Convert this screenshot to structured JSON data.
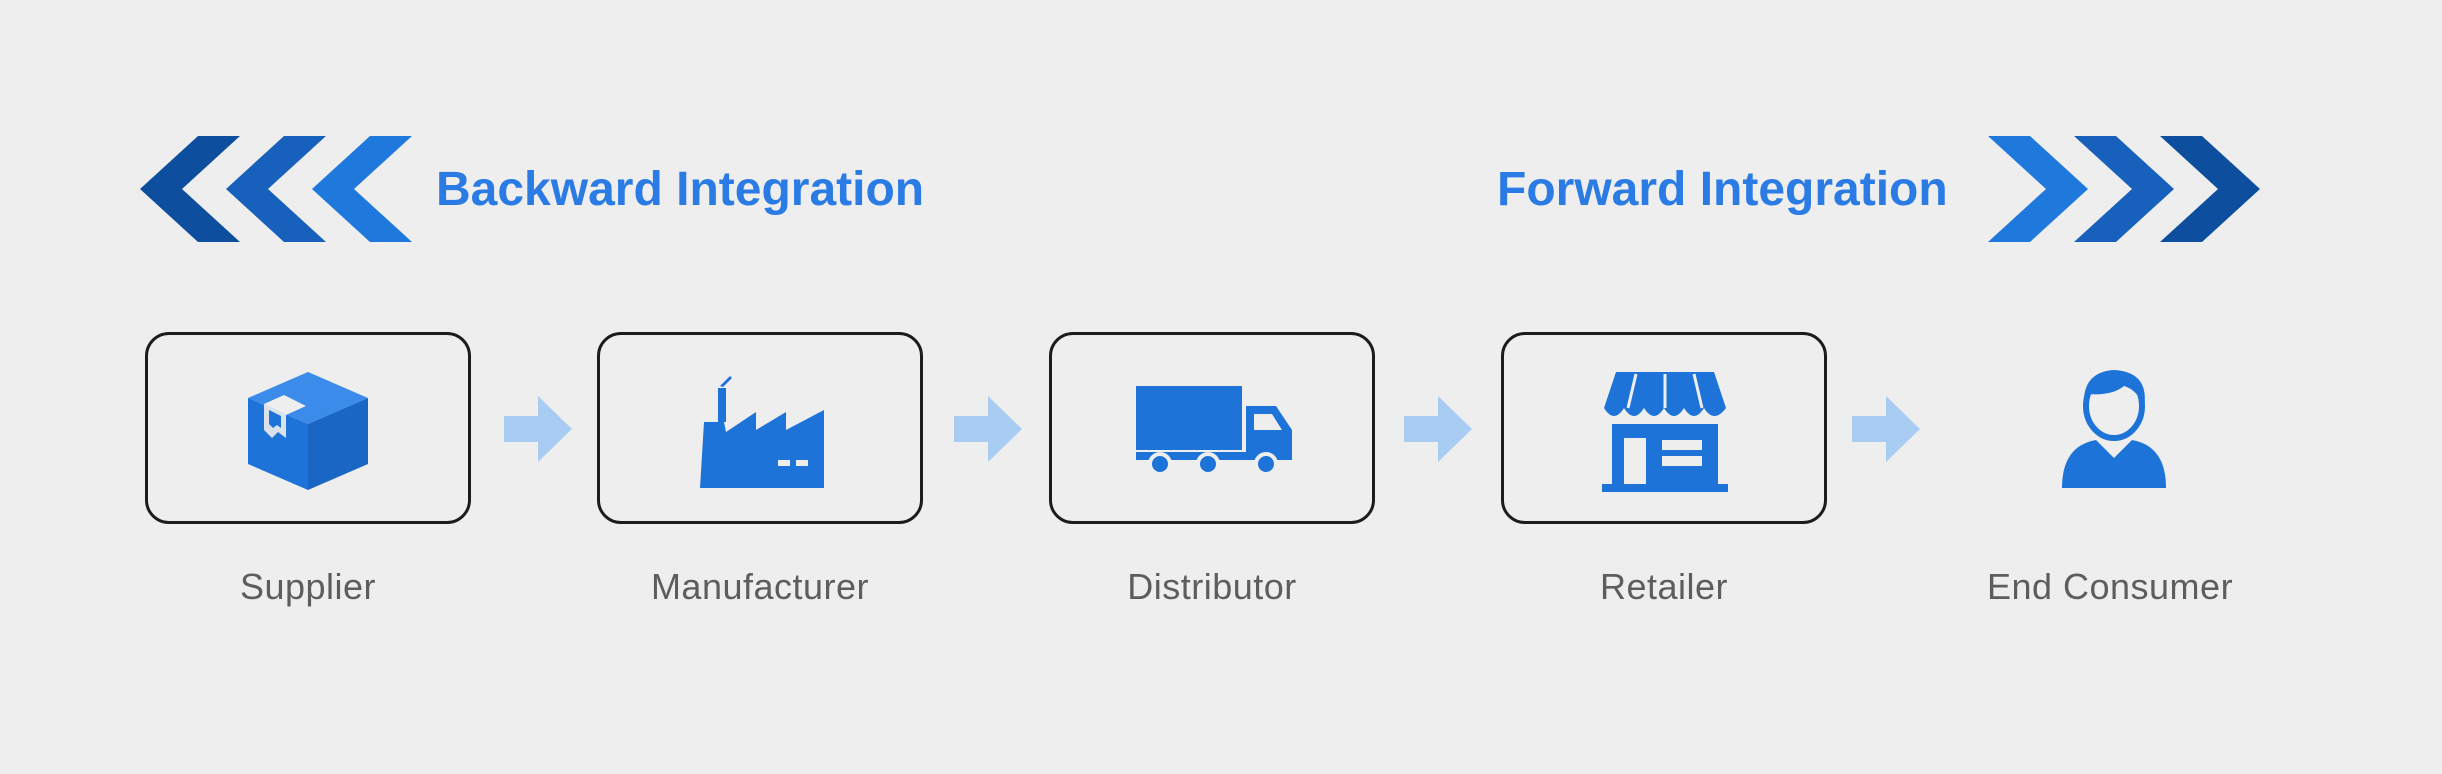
{
  "backward": {
    "label": "Backward Integration"
  },
  "forward": {
    "label": "Forward Integration"
  },
  "stages": [
    {
      "label": "Supplier",
      "icon": "box-icon"
    },
    {
      "label": "Manufacturer",
      "icon": "factory-icon"
    },
    {
      "label": "Distributor",
      "icon": "truck-icon"
    },
    {
      "label": "Retailer",
      "icon": "store-icon"
    },
    {
      "label": "End Consumer",
      "icon": "person-icon"
    }
  ],
  "colors": {
    "accent": "#2a7be4",
    "icon": "#1e73d8",
    "chevron_dark": "#0d4f9e",
    "chevron_mid": "#1760bb",
    "chevron_light": "#1f78dc",
    "flow_arrow": "#a9cdf2",
    "label": "#5d5d5d",
    "background": "#eeeeee"
  }
}
